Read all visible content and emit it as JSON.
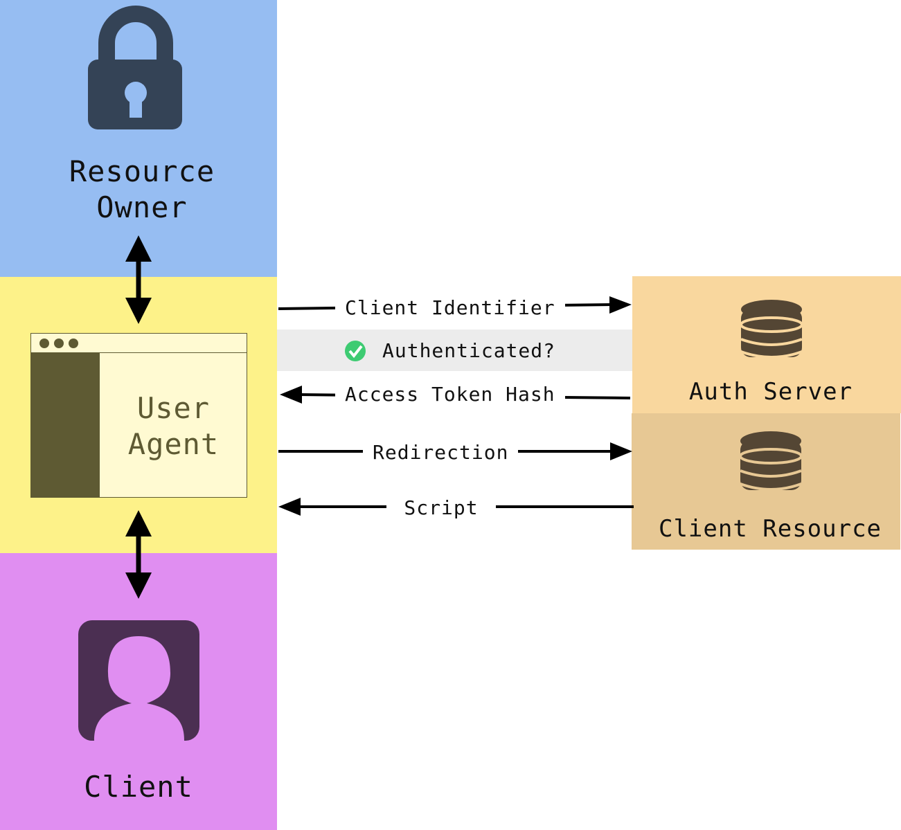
{
  "actors": {
    "resource_owner": {
      "label_line1": "Resource",
      "label_line2": "Owner",
      "icon": "lock-icon"
    },
    "user_agent": {
      "label_line1": "User",
      "label_line2": "Agent",
      "icon": "browser-window-icon"
    },
    "client": {
      "label": "Client",
      "icon": "user-silhouette-icon"
    }
  },
  "servers": {
    "auth_server": {
      "label": "Auth Server",
      "icon": "database-icon"
    },
    "client_resource": {
      "label": "Client Resource",
      "icon": "database-icon"
    }
  },
  "flows": {
    "client_identifier": "Client Identifier",
    "authenticated": "Authenticated?",
    "access_token_hash": "Access Token Hash",
    "redirection": "Redirection",
    "script": "Script"
  },
  "colors": {
    "resource_owner_bg": "#96bdf2",
    "user_agent_bg": "#fdf289",
    "client_bg": "#e08ef1",
    "auth_server_bg": "#f9d79e",
    "client_resource_bg": "#e7c894",
    "auth_band_bg": "#ececec",
    "check": "#3ecb72"
  }
}
